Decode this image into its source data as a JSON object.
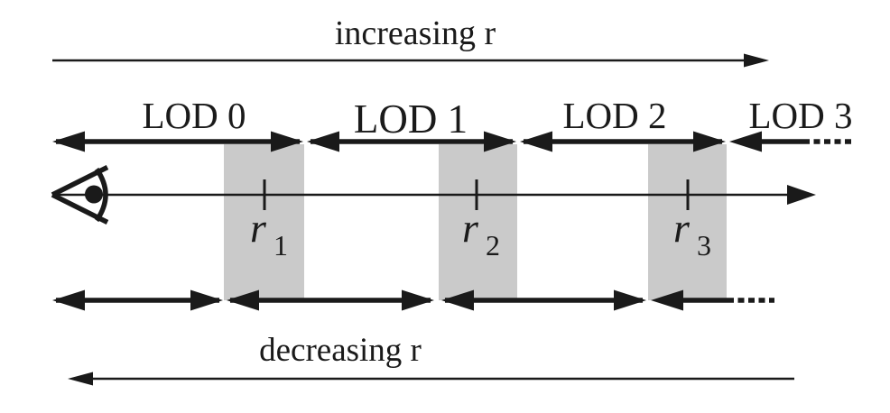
{
  "figure": {
    "background_color": "#ffffff",
    "ink_color": "#1a1a1a",
    "band_color": "#cacaca",
    "top_flow_label": "increasing r",
    "bottom_flow_label": "decreasing r",
    "lod_segments": [
      {
        "label": "LOD 0"
      },
      {
        "label": "LOD 1"
      },
      {
        "label": "LOD 2"
      },
      {
        "label": "LOD 3"
      }
    ],
    "thresholds": [
      {
        "symbol": "r",
        "subscript": "1"
      },
      {
        "symbol": "r",
        "subscript": "2"
      },
      {
        "symbol": "r",
        "subscript": "3"
      }
    ]
  }
}
